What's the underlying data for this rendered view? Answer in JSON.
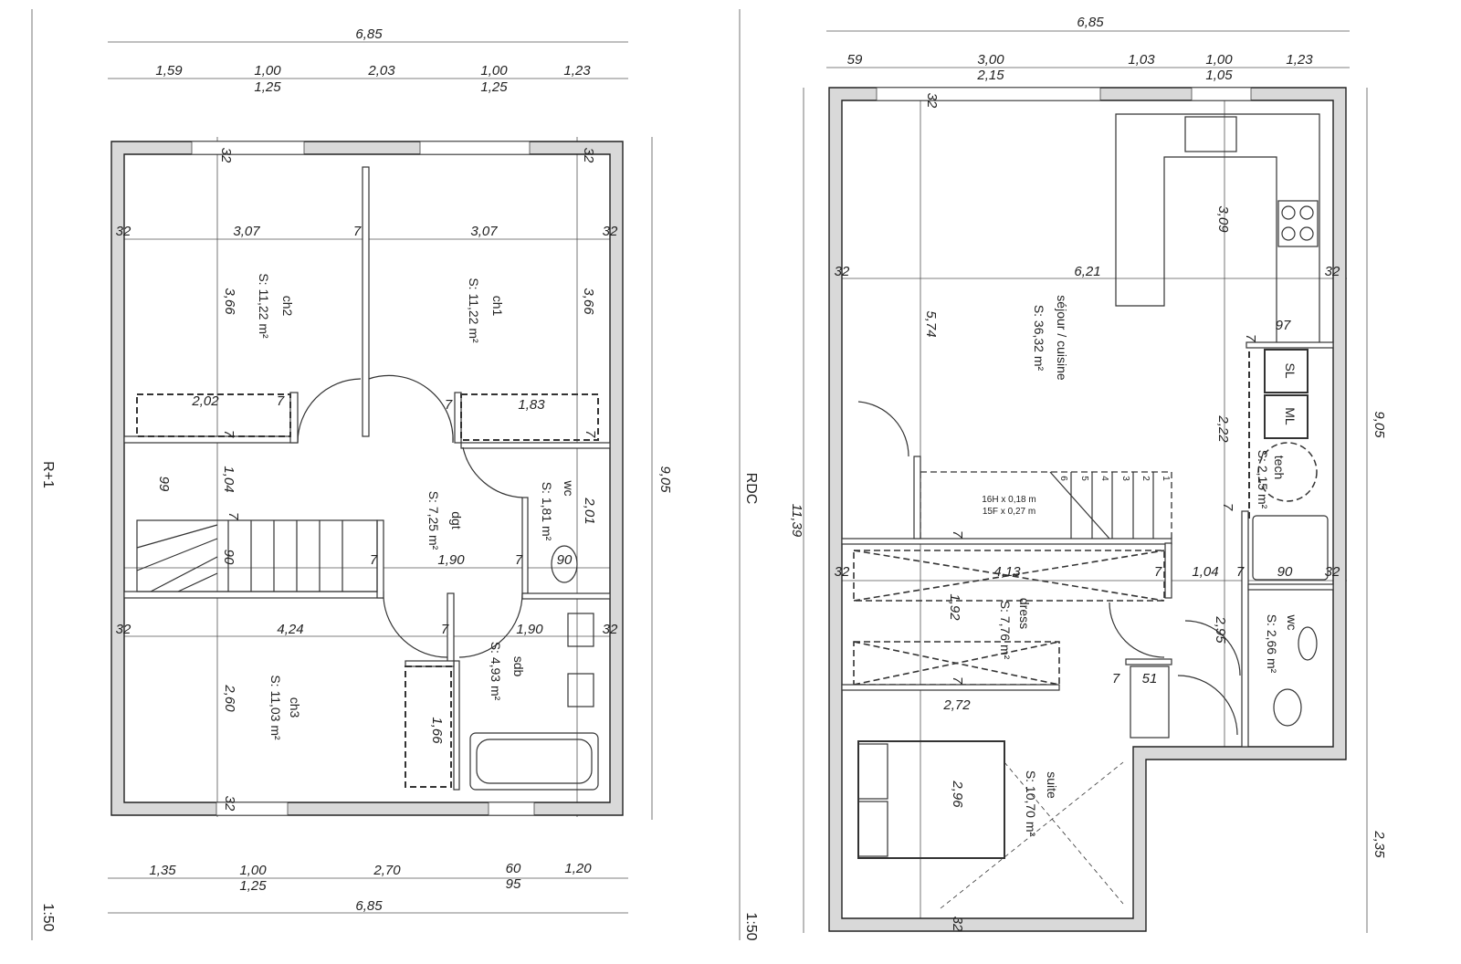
{
  "left": {
    "title": "R+1",
    "scale": "1:50",
    "rooms": [
      {
        "name": "ch2",
        "area": "S: 11,22 m²"
      },
      {
        "name": "ch1",
        "area": "S: 11,22 m²"
      },
      {
        "name": "dgt",
        "area": "S: 7,25 m²"
      },
      {
        "name": "wc",
        "area": "S: 1,81 m²"
      },
      {
        "name": "sdb",
        "area": "S: 4,93 m²"
      },
      {
        "name": "ch3",
        "area": "S: 11,03 m²"
      }
    ],
    "dimensions": [
      "6,85",
      "1,59",
      "1,00",
      "1,25",
      "2,03",
      "1,00",
      "1,25",
      "1,23",
      "1,35",
      "1,00",
      "1,25",
      "2,70",
      "60",
      "95",
      "1,20",
      "6,85",
      "9,05",
      "32",
      "32",
      "32",
      "3,07",
      "7",
      "3,07",
      "32",
      "3,66",
      "3,66",
      "2,02",
      "7",
      "7",
      "1,83",
      "7",
      "7",
      "99",
      "1,04",
      "7",
      "90",
      "7",
      "1,90",
      "7",
      "90",
      "2,01",
      "32",
      "4,24",
      "7",
      "1,90",
      "32",
      "2,60",
      "1,66",
      "32"
    ]
  },
  "right": {
    "title": "RDC",
    "scale": "1:50",
    "rooms": [
      {
        "name": "séjour / cuisine",
        "area": "S: 36,32 m²"
      },
      {
        "name": "tech",
        "area": "S: 2,15 m²"
      },
      {
        "name": "dress",
        "area": "S: 7,76 m²"
      },
      {
        "name": "wc",
        "area": "S: 2,66 m²"
      },
      {
        "name": "suite",
        "area": "S: 10,70 m²"
      }
    ],
    "appliances": [
      "SL",
      "ML"
    ],
    "stair": {
      "risers": "16H x 0,18 m",
      "treads": "15F x 0,27 m",
      "steps": [
        "6",
        "5",
        "4",
        "3",
        "2",
        "1"
      ]
    },
    "dimensions": [
      "6,85",
      "59",
      "3,00",
      "2,15",
      "1,03",
      "1,00",
      "1,05",
      "1,23",
      "11,39",
      "9,05",
      "2,35",
      "32",
      "3,09",
      "32",
      "6,21",
      "32",
      "5,74",
      "97",
      "7",
      "2,22",
      "7",
      "7",
      "32",
      "4,13",
      "7",
      "1,04",
      "7",
      "90",
      "32",
      "1,92",
      "2,95",
      "7",
      "7",
      "51",
      "2,72",
      "2,96",
      "32"
    ]
  }
}
